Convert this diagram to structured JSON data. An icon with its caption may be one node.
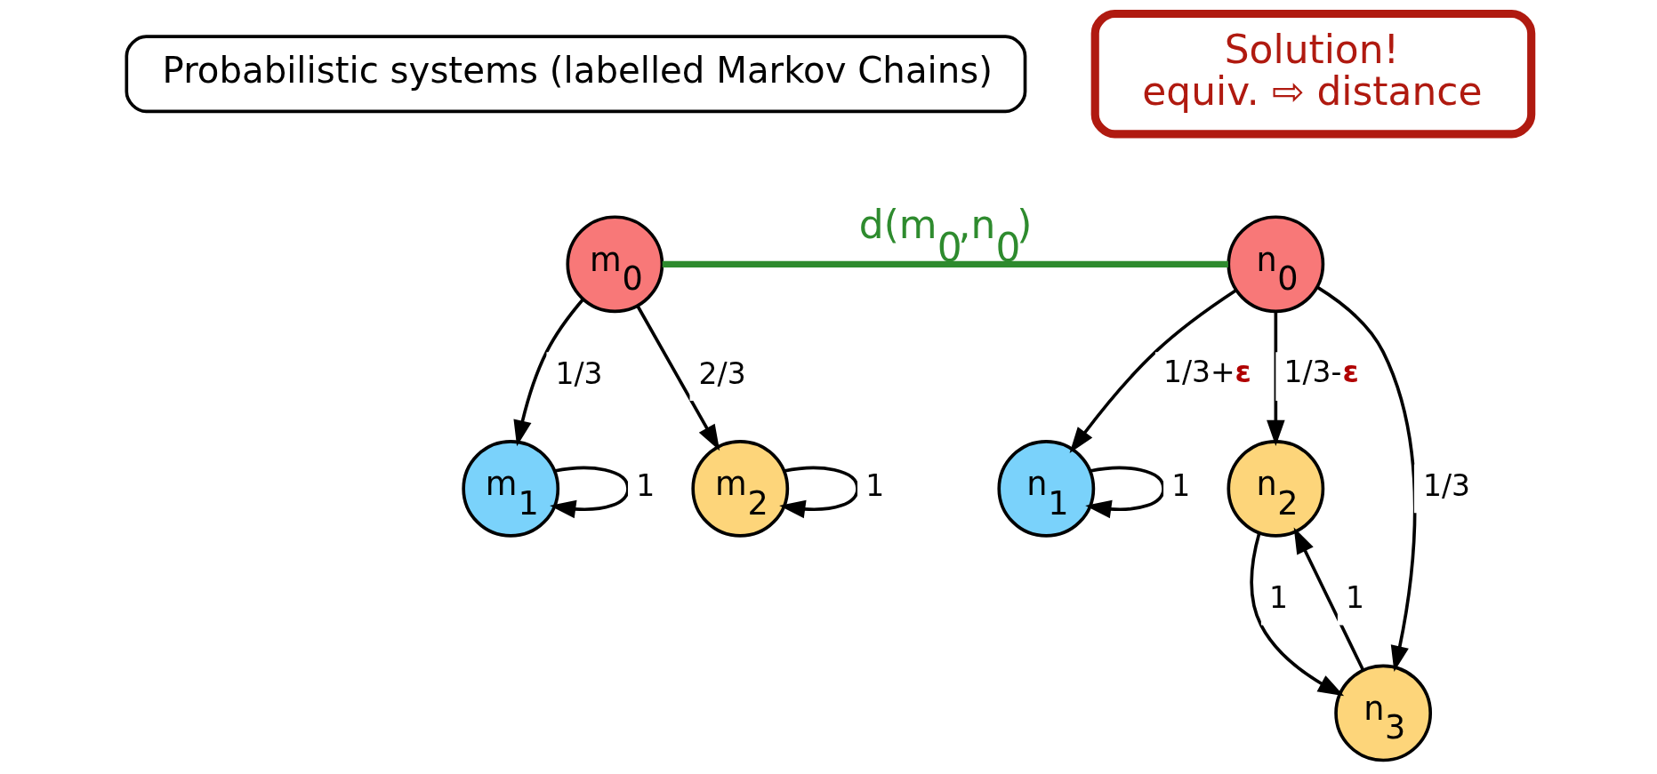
{
  "diagram": {
    "nodes": [
      {
        "text": [
          "Probabilistic systems (labelled Markov Chains)"
        ]
      },
      {
        "text": [
          "Solution!",
          "equiv. ⇨ distance"
        ]
      },
      {
        "text": [
          "m$_{0}$"
        ]
      },
      {
        "text": [
          "m$_{1}$"
        ]
      },
      {
        "text": [
          "m$_{2}$"
        ]
      },
      {
        "text": [
          "n$_{0}$"
        ]
      },
      {
        "text": [
          "n$_{1}$"
        ]
      },
      {
        "text": [
          "n$_{2}$"
        ]
      },
      {
        "text": [
          "n$_{3}$"
        ]
      }
    ],
    "edges": [
      {
        "from": 2,
        "to": 5,
        "arrow": "none",
        "label": "d(m$_{0}$,n$_{0}$)",
        "style": "thick",
        "color": "#2e8b2e"
      },
      {
        "from": 2,
        "to": 3,
        "arrow": "to",
        "label": "1/3"
      },
      {
        "from": 2,
        "to": 4,
        "arrow": "to",
        "label": "2/3"
      },
      {
        "from": 3,
        "to": 3,
        "arrow": "to",
        "label": "1"
      },
      {
        "from": 4,
        "to": 4,
        "arrow": "to",
        "label": "1"
      },
      {
        "from": 5,
        "to": 6,
        "arrow": "to",
        "label": "1/3+**ε**"
      },
      {
        "from": 5,
        "to": 7,
        "arrow": "to",
        "label": "1/3-**ε**"
      },
      {
        "from": 5,
        "to": 8,
        "arrow": "to",
        "label": "1/3"
      },
      {
        "from": 6,
        "to": 6,
        "arrow": "to",
        "label": "1"
      },
      {
        "from": 7,
        "to": 8,
        "arrow": "to",
        "label": "1"
      },
      {
        "from": 8,
        "to": 7,
        "arrow": "to",
        "label": "1"
      }
    ]
  }
}
